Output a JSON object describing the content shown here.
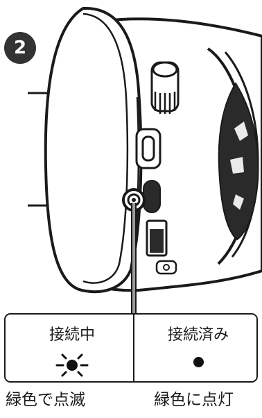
{
  "step_number": "2",
  "states": [
    {
      "label": "接続中",
      "indicator": "blinking-light-icon",
      "caption": "緑色で点滅"
    },
    {
      "label": "接続済み",
      "indicator": "solid-light-icon",
      "caption": "緑色に点灯"
    }
  ]
}
